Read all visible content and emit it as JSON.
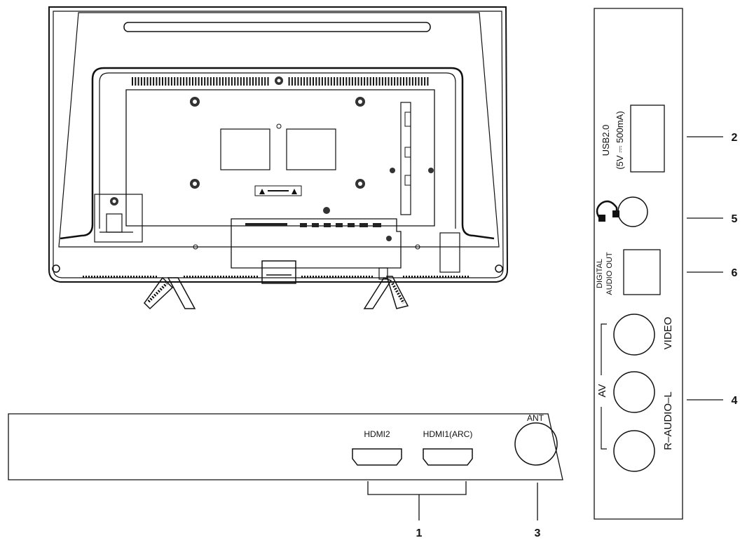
{
  "diagram": {
    "side_panel": {
      "usb_label": "USB2.0",
      "usb_spec": "(5V ⎓ 500mA)",
      "digital_audio_line1": "DIGITAL",
      "digital_audio_line2": "AUDIO OUT",
      "video_label": "VIDEO",
      "audio_label": "R–AUDIO–L",
      "av_label": "AV"
    },
    "bottom_panel": {
      "hdmi2_label": "HDMI2",
      "hdmi1_label": "HDMI1(ARC)",
      "ant_label": "ANT"
    },
    "callouts": [
      "1",
      "2",
      "3",
      "4",
      "5",
      "6"
    ]
  }
}
